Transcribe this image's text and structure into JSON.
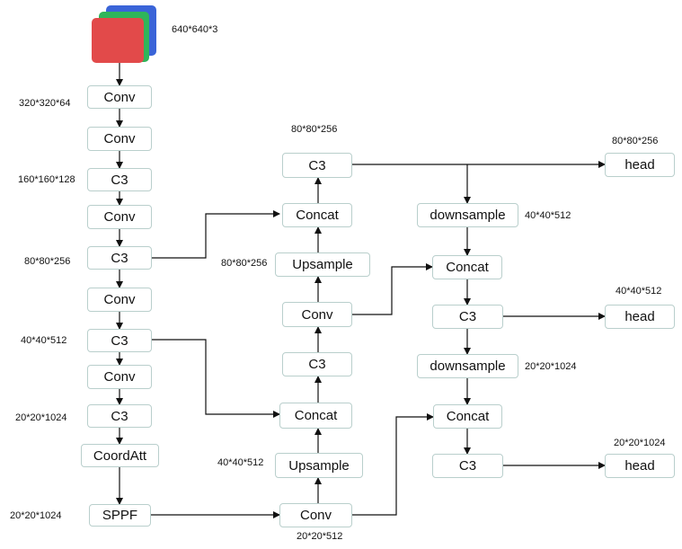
{
  "input": {
    "label": "640*640*3",
    "colors": [
      "#3a64d8",
      "#2fb55a",
      "#e24a4a"
    ]
  },
  "backbone": {
    "conv1": "Conv",
    "conv2": "Conv",
    "c3_1": "C3",
    "conv3": "Conv",
    "c3_2": "C3",
    "conv4": "Conv",
    "c3_3": "C3",
    "conv5": "Conv",
    "c3_4": "C3",
    "coordatt": "CoordAtt",
    "sppf": "SPPF"
  },
  "neck": {
    "conv_bottom": "Conv",
    "upsample_bottom": "Upsample",
    "concat_lower": "Concat",
    "c3_mid": "C3",
    "conv_mid": "Conv",
    "upsample_top": "Upsample",
    "concat_top": "Concat",
    "c3_top": "C3"
  },
  "head": {
    "downsample1": "downsample",
    "concat1": "Concat",
    "c3_1": "C3",
    "downsample2": "downsample",
    "concat2": "Concat",
    "c3_2": "C3",
    "head1": "head",
    "head2": "head",
    "head3": "head"
  },
  "dims": {
    "d1": "320*320*64",
    "d2": "160*160*128",
    "d3": "80*80*256",
    "d4": "40*40*512",
    "d5": "20*20*1024",
    "d6": "20*20*1024",
    "d7": "80*80*256",
    "d8": "80*80*256",
    "d9": "40*40*512",
    "d10": "20*20*512",
    "d11": "80*80*256",
    "d12": "40*40*512",
    "d13": "40*40*512",
    "d14": "20*20*1024",
    "d15": "20*20*1024"
  }
}
